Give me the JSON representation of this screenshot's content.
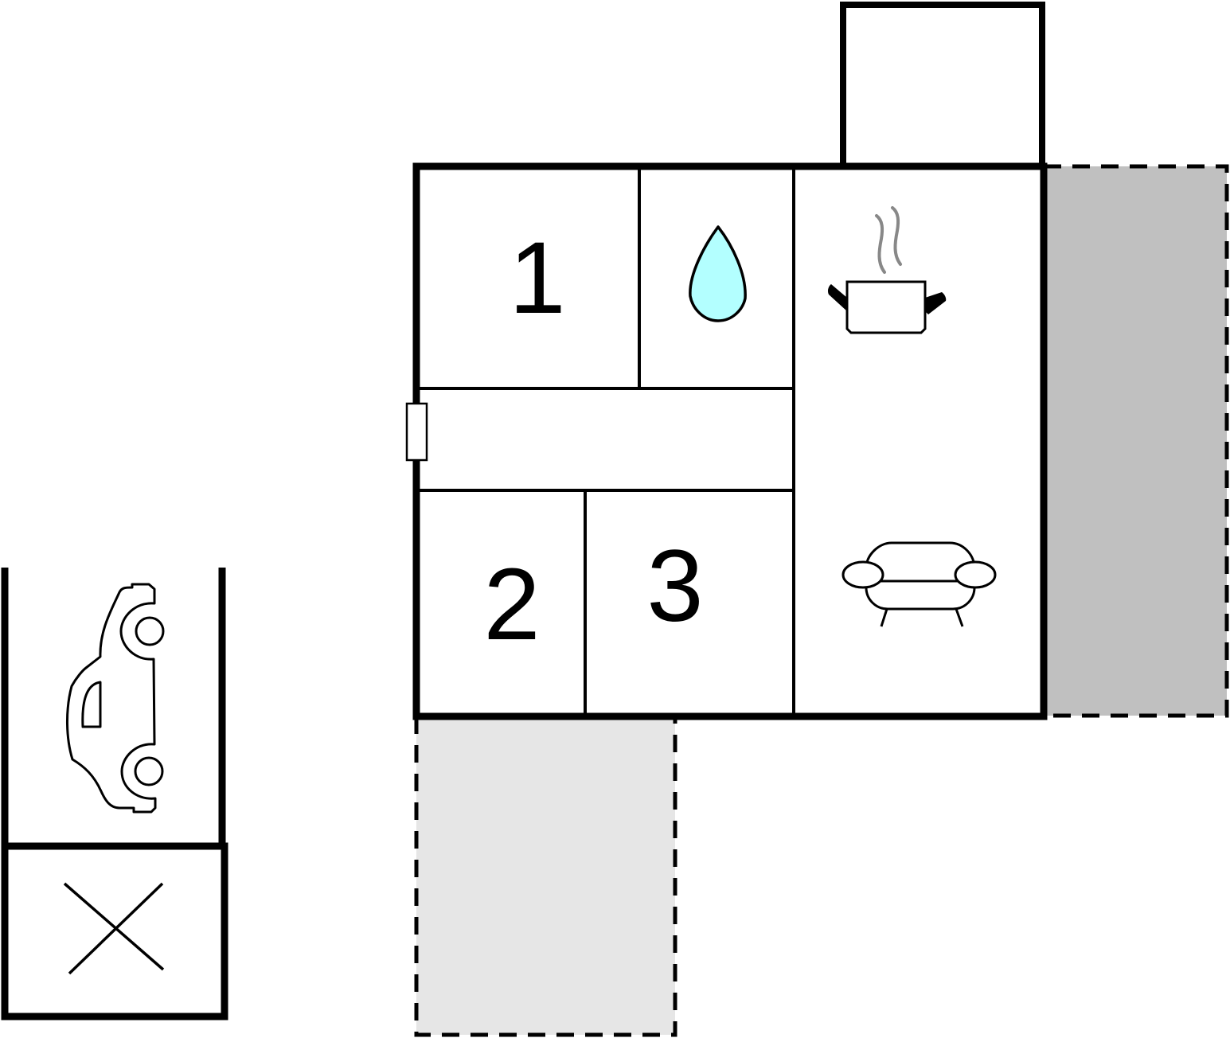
{
  "floorplan": {
    "rooms": [
      {
        "id": "bedroom-1",
        "label": "1"
      },
      {
        "id": "bedroom-2",
        "label": "2"
      },
      {
        "id": "bedroom-3",
        "label": "3"
      }
    ],
    "icons": {
      "bathroom": "water-drop-icon",
      "kitchen": "cooking-pot-icon",
      "living": "sofa-icon",
      "parking": "car-icon",
      "entrance": "door-icon",
      "storage": "cross-icon"
    },
    "colors": {
      "wall": "#000000",
      "water_drop": "#b3ffff",
      "steam": "#888888",
      "terrace_right": "#c0c0c0",
      "terrace_bottom": "#e6e6e6"
    }
  }
}
